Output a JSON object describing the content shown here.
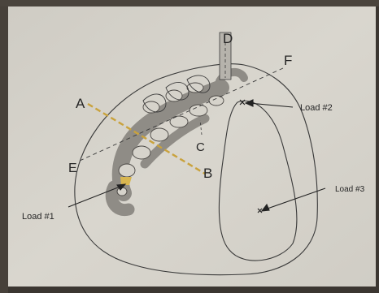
{
  "labels": {
    "a": "A",
    "b": "B",
    "c": "C",
    "d": "D",
    "e": "E",
    "f": "F"
  },
  "loads": {
    "load1": "Load #1",
    "load2": "Load #2",
    "load3": "Load #3"
  },
  "colors": {
    "paper": "#d6d3cb",
    "framework": "#8f8c86",
    "line_ink": "#3a3a3a",
    "highlight": "#c9a23c"
  }
}
